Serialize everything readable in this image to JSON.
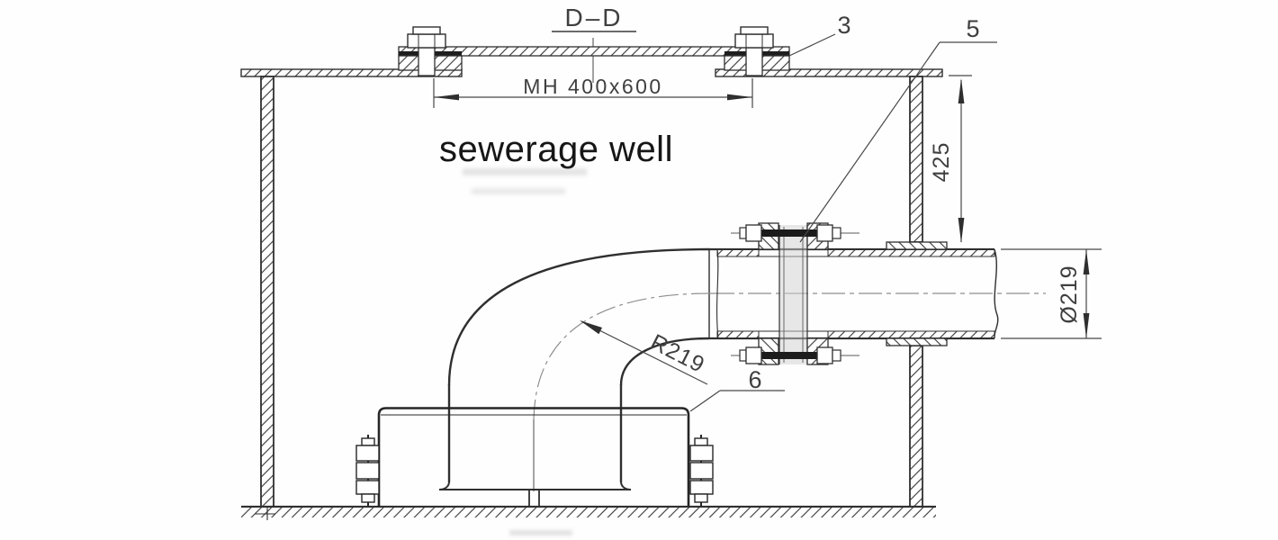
{
  "labels": {
    "section": "D–D",
    "manhole": "MH 400x600",
    "well": "sewerage well"
  },
  "callouts": {
    "cover_clamp": "3",
    "flange_joint": "5",
    "base_fitting": "6"
  },
  "dimensions": {
    "depth_to_pipe": "425",
    "pipe_diameter": "Ø219",
    "elbow_radius": "R219"
  },
  "colors": {
    "line": "#2f2f2f",
    "thin_line": "#474747",
    "centerline": "#8f8f8f",
    "background": "#ffffff"
  }
}
